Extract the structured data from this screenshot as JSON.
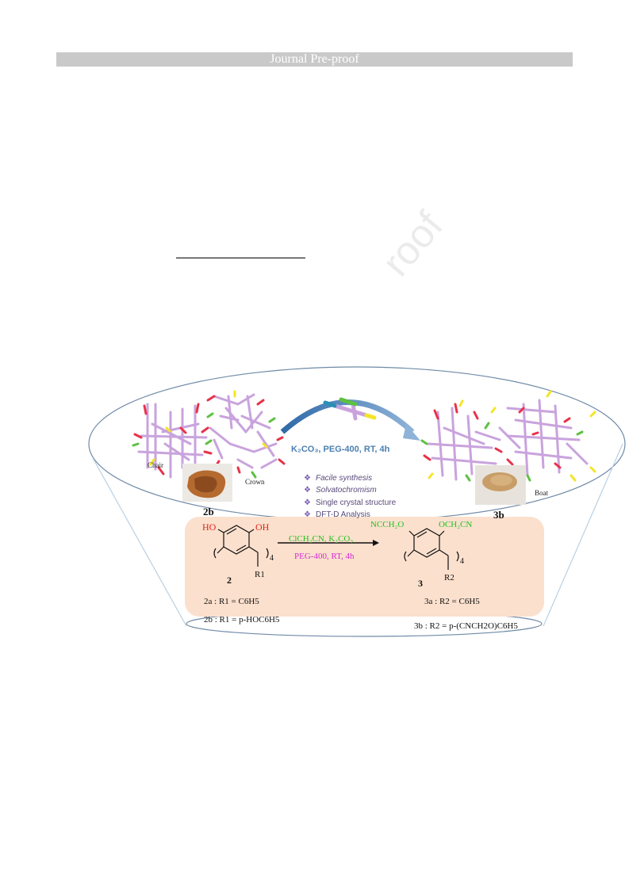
{
  "header": {
    "banner": "Journal Pre-proof"
  },
  "watermark": "roof",
  "figure": {
    "labels": {
      "chair": "Chair",
      "crown": "Crown",
      "boat": "Boat",
      "compound_2b": "2b",
      "compound_3b": "3b"
    },
    "arc_conditions": "K₂CO₃, PEG-400, RT, 4h",
    "features": [
      "Facile synthesis",
      "Solvatochromism",
      "Single crystal structure",
      "DFT-D Analysis"
    ],
    "scheme": {
      "reagent_top": "ClCH₂CN, K₂CO₃",
      "reagent_bottom": "PEG-400, RT, 4h",
      "ho_left": "HO",
      "oh_right": "OH",
      "sub4_left": "4",
      "r1": "R1",
      "num_2": "2",
      "o_left": "NCCH₂O",
      "o_right": "OCH₂CN",
      "sub4_right": "4",
      "r2": "R2",
      "num_3": "3",
      "line_2a": "2a : R1 = C6H5",
      "line_2b": "2b : R1 = p-HOC6H5",
      "line_3a": "3a : R2 = C6H5",
      "line_3b": "3b : R2 = p-(CNCH2O)C6H5"
    },
    "colors": {
      "bond_pink": "#c9a3dd",
      "oxygen": "#e8324a",
      "nitrogen_green": "#5ec142",
      "yellow": "#f3e526",
      "arrow_blue": "#4b7fb1",
      "text_purple": "#7a5ab3",
      "reagent_green": "#22c11f",
      "reagent_magenta": "#d42bd4",
      "ho_red": "#e0231a",
      "panel_fill": "#fbe0cd"
    }
  }
}
